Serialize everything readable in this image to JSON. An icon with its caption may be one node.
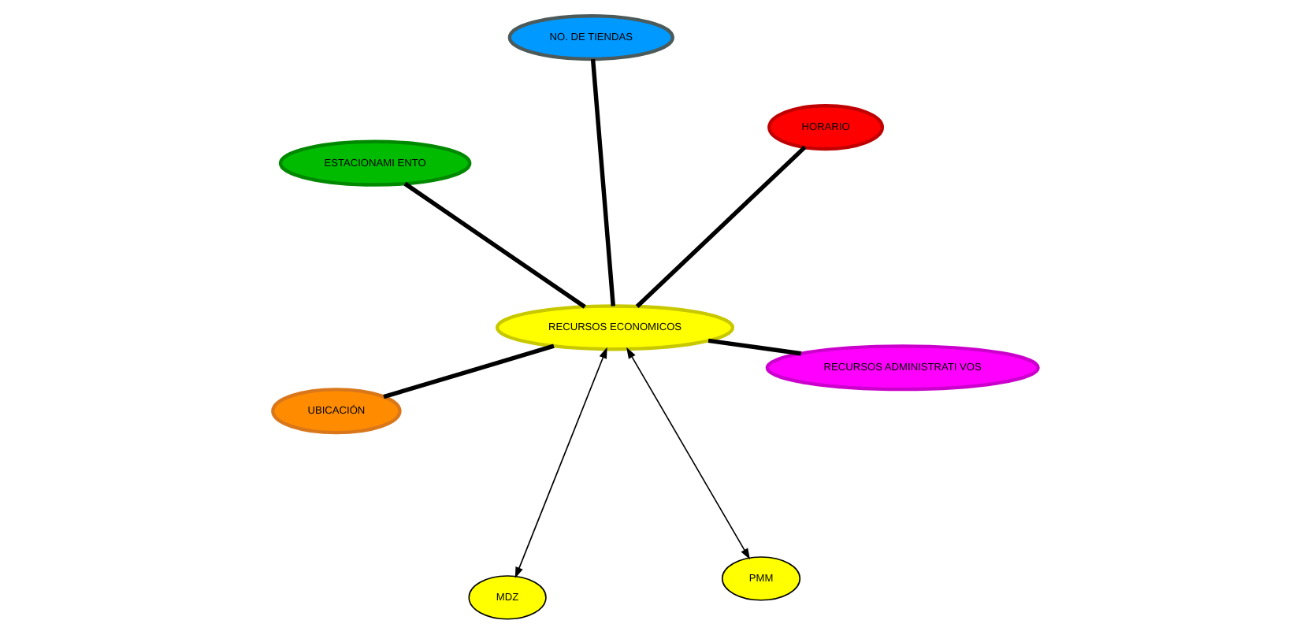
{
  "diagram": {
    "nodes": [
      {
        "text": [
          "UBICACIÓN"
        ]
      },
      {
        "text": [
          "RECURSOS ADMINISTRATI VOS"
        ]
      },
      {
        "text": [
          "RECURSOS ECONOMICOS"
        ]
      },
      {
        "text": [
          "NO. DE TIENDAS"
        ]
      },
      {
        "text": [
          "HORARIO"
        ]
      },
      {
        "text": [
          "ESTACIONAMI ENTO"
        ]
      },
      {
        "text": [
          "MDZ"
        ]
      },
      {
        "text": [
          "PMM"
        ]
      }
    ],
    "edges": [
      {
        "from": 2,
        "to": 0,
        "arrow": "none"
      },
      {
        "from": 2,
        "to": 1,
        "arrow": "none"
      },
      {
        "from": 2,
        "to": 3,
        "arrow": "none"
      },
      {
        "from": 2,
        "to": 4,
        "arrow": "none"
      },
      {
        "from": 2,
        "to": 5,
        "arrow": "none"
      },
      {
        "from": 2,
        "to": 6,
        "arrow": "both"
      },
      {
        "from": 2,
        "to": 7,
        "arrow": "both"
      }
    ]
  }
}
